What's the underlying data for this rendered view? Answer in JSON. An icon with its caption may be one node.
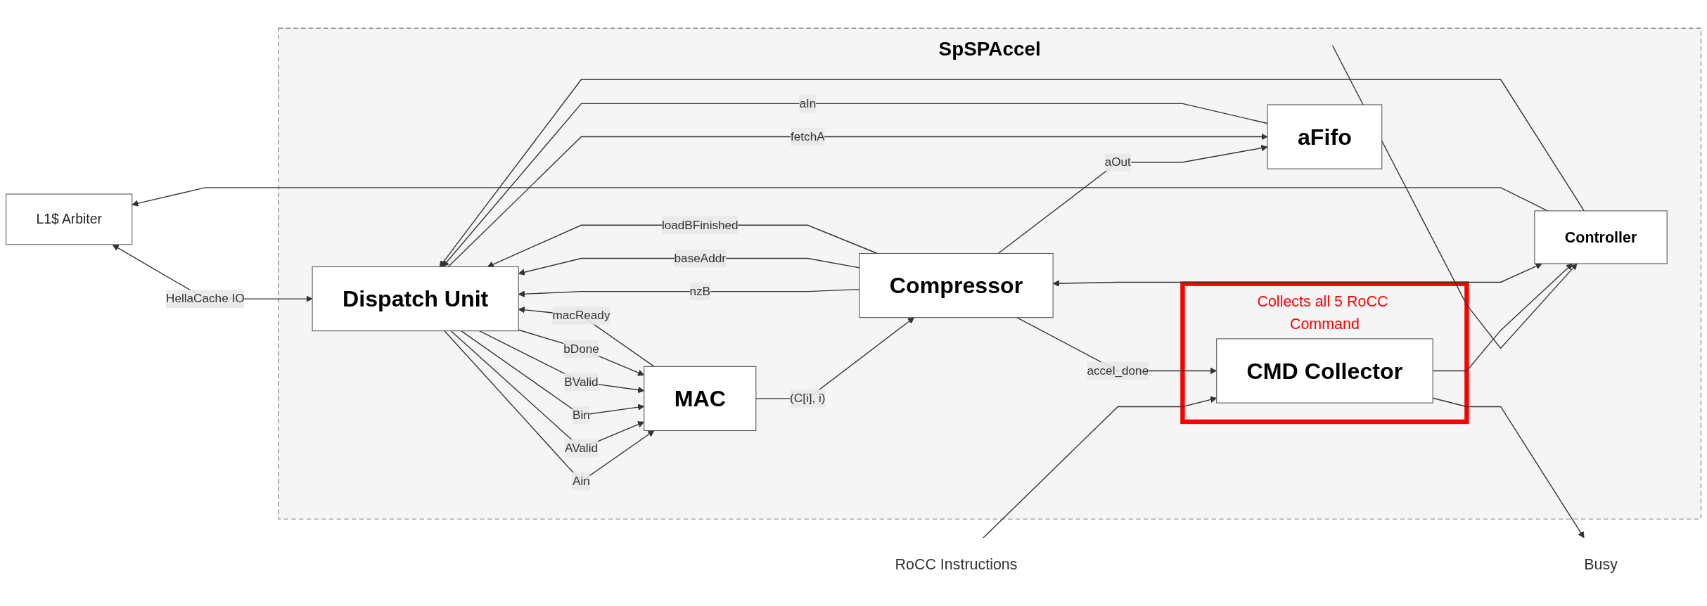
{
  "diagram": {
    "nodes": [
      {
        "text": [
          "L1$ Arbiter"
        ]
      },
      {
        "text": [
          "SpSPAccel"
        ]
      },
      {
        "text": [
          "Collects all 5 RoCC Command"
        ],
        "in": 1
      },
      {
        "text": [
          "Controller"
        ],
        "in": 1
      },
      {
        "text": [
          "RoCC Instructions"
        ]
      },
      {
        "text": [
          "CMD Collector"
        ],
        "in": 2
      },
      {
        "text": [
          "Compressor"
        ],
        "in": 1
      },
      {
        "text": [
          "Dispatch Unit"
        ],
        "in": 1
      },
      {
        "text": [
          "MAC"
        ],
        "in": 1
      },
      {
        "text": [
          "Busy"
        ]
      },
      {
        "text": [
          "aFifo"
        ],
        "in": 1
      }
    ],
    "edges": [
      {
        "from": null,
        "to": 3,
        "arrow": "to"
      },
      {
        "from": 5,
        "to": 3,
        "arrow": "to"
      },
      {
        "from": 3,
        "to": 6,
        "arrow": "both"
      },
      {
        "from": 3,
        "to": 0,
        "arrow": "to"
      },
      {
        "from": 3,
        "to": 7,
        "arrow": "to"
      },
      {
        "from": 0,
        "to": 7,
        "arrow": "both",
        "label": "HellaCache IO"
      },
      {
        "from": 4,
        "to": 5,
        "arrow": "to"
      },
      {
        "from": 5,
        "to": 9,
        "arrow": "to"
      },
      {
        "from": 6,
        "to": 5,
        "arrow": "to",
        "label": "accel_done"
      },
      {
        "from": 6,
        "to": 10,
        "arrow": "to",
        "label": "aOut"
      },
      {
        "from": 6,
        "to": 7,
        "arrow": "to",
        "label": "nzB"
      },
      {
        "from": 6,
        "to": 7,
        "arrow": "to",
        "label": "baseAddr"
      },
      {
        "from": 6,
        "to": 7,
        "arrow": "to",
        "label": "loadBFinished"
      },
      {
        "from": 10,
        "to": 7,
        "arrow": "to",
        "label": "aIn"
      },
      {
        "from": 7,
        "to": 8,
        "arrow": "to",
        "label": "Ain"
      },
      {
        "from": 7,
        "to": 8,
        "arrow": "to",
        "label": "AValid"
      },
      {
        "from": 7,
        "to": 8,
        "arrow": "to",
        "label": "Bin"
      },
      {
        "from": 7,
        "to": 8,
        "arrow": "to",
        "label": "BValid"
      },
      {
        "from": 7,
        "to": 8,
        "arrow": "to",
        "label": "bDone"
      },
      {
        "from": 8,
        "to": 7,
        "arrow": "to",
        "label": "macReady"
      },
      {
        "from": 7,
        "to": 10,
        "arrow": "to",
        "label": "fetchA"
      },
      {
        "from": 8,
        "to": 6,
        "arrow": "to",
        "label": "(C[i], i)"
      }
    ]
  }
}
